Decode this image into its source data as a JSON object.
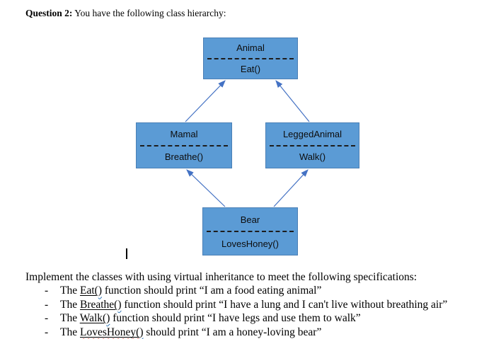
{
  "colors": {
    "box_fill": "#5B9BD5",
    "box_border": "#4a7fb5",
    "arrow_color": "#4472C4",
    "squiggle_red": "#e03c31",
    "squiggle_blue": "#2E75B6"
  },
  "question": {
    "label": "Question 2:",
    "text": " You have the following class hierarchy:"
  },
  "diagram": {
    "classes": [
      {
        "name": "Animal",
        "method": "Eat()"
      },
      {
        "name": "Mamal",
        "method": "Breathe()"
      },
      {
        "name": "LeggedAnimal",
        "method": "Walk()"
      },
      {
        "name": "Bear",
        "method": "LovesHoney()"
      }
    ],
    "edges": [
      {
        "from": "Mamal",
        "to": "Animal"
      },
      {
        "from": "LeggedAnimal",
        "to": "Animal"
      },
      {
        "from": "Bear",
        "to": "Mamal"
      },
      {
        "from": "Bear",
        "to": "LeggedAnimal"
      }
    ]
  },
  "specs": {
    "intro": "Implement the classes with using virtual inheritance to meet the following specifications:",
    "bullet_marker": "-",
    "bullets": [
      {
        "pre": "The ",
        "fn": "Eat(",
        "paren": ")",
        "rest": " function should print “I am a food eating animal”"
      },
      {
        "pre": "The ",
        "fn": "Breathe(",
        "paren": ")",
        "rest": " function should print “I have a lung and I can't live without breathing air”"
      },
      {
        "pre": "The ",
        "fn": "Walk(",
        "paren": ")",
        "rest": " function should print “I have legs and use them to walk”"
      },
      {
        "pre": "The ",
        "fn": "LovesHoney(",
        "paren": ")",
        "rest": " should print “I am a honey-loving bear”"
      }
    ]
  }
}
